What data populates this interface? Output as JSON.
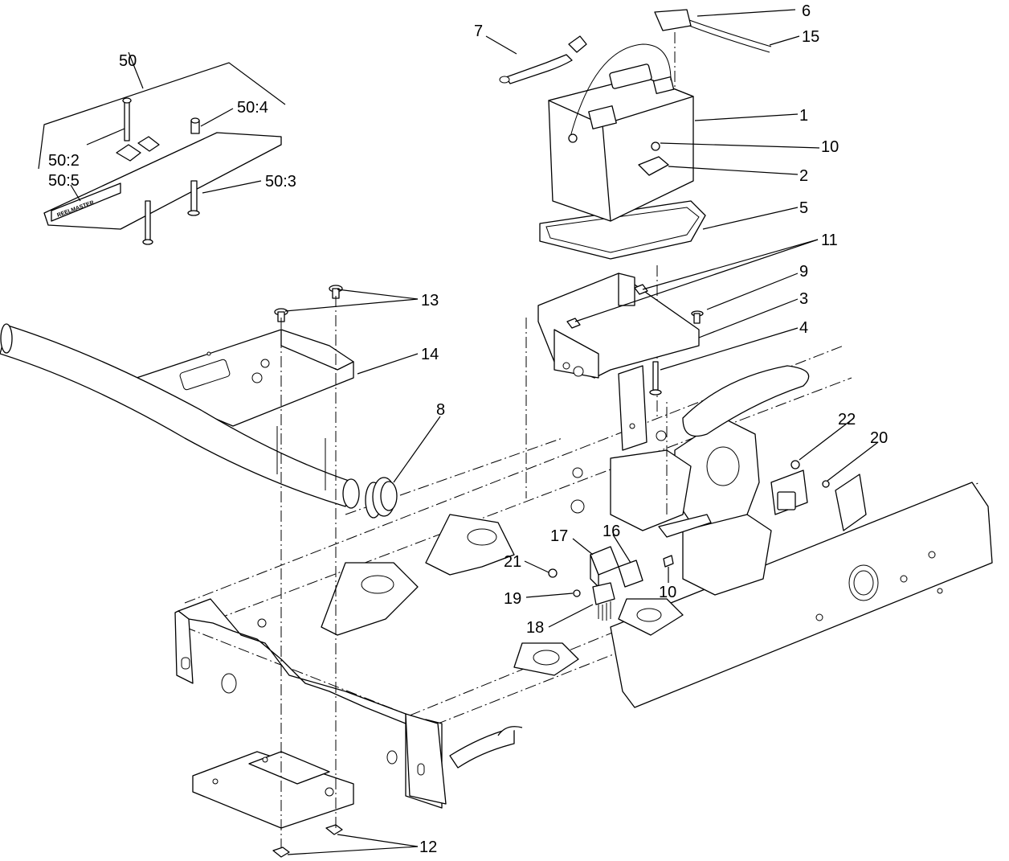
{
  "callouts": {
    "c1": "1",
    "c2": "2",
    "c3": "3",
    "c4": "4",
    "c5": "5",
    "c6": "6",
    "c7": "7",
    "c8": "8",
    "c9": "9",
    "c10a": "10",
    "c10b": "10",
    "c11": "11",
    "c12": "12",
    "c13": "13",
    "c14": "14",
    "c15": "15",
    "c16": "16",
    "c17": "17",
    "c18": "18",
    "c19": "19",
    "c20": "20",
    "c21": "21",
    "c22": "22",
    "c50": "50",
    "c50_2": "50:2",
    "c50_3": "50:3",
    "c50_4": "50:4",
    "c50_5": "50:5"
  },
  "decal_text": "REELMASTER"
}
